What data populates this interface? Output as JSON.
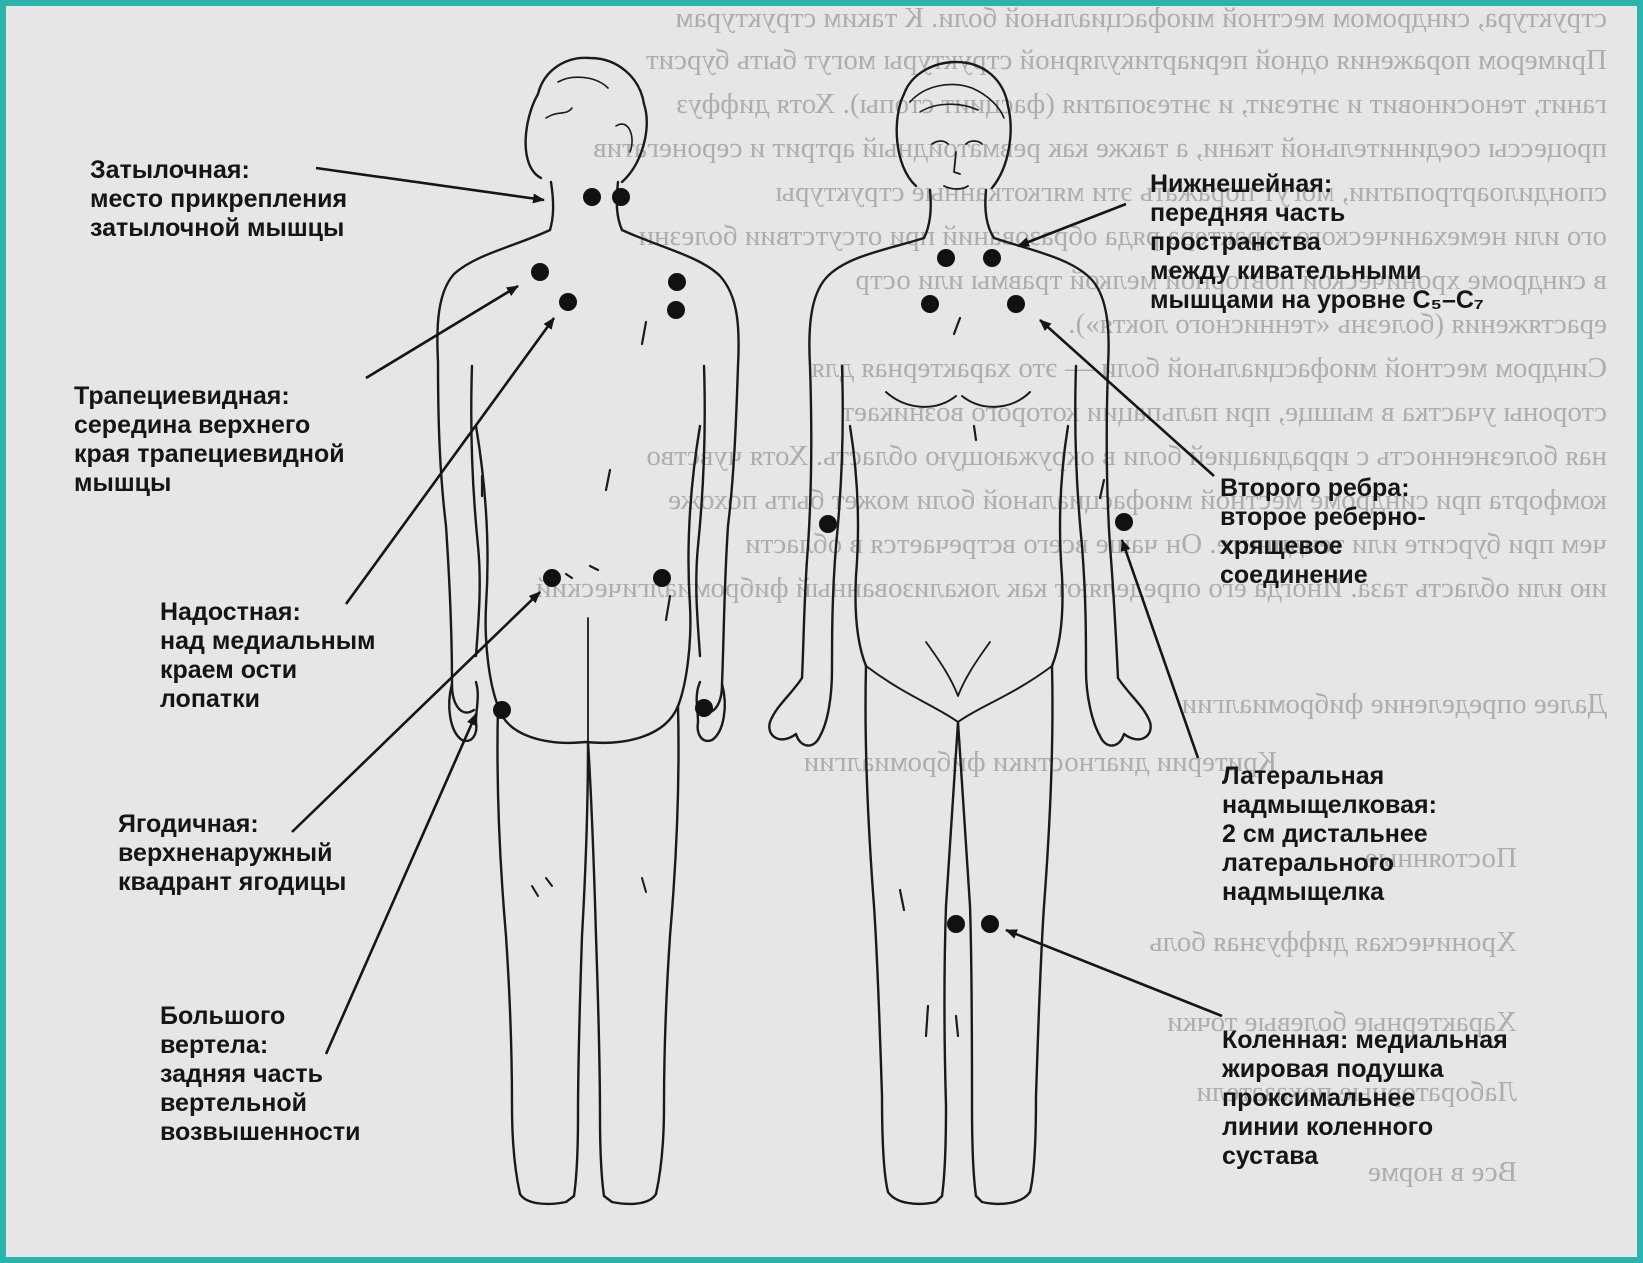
{
  "colors": {
    "border": "#2bb3ad",
    "paper": "#e6e6e6",
    "ink": "#151515",
    "bleed_through": "#9a9a9a"
  },
  "figures": {
    "back": "human-figure-back-view",
    "front": "human-figure-front-view"
  },
  "tender_points": {
    "count": 18
  },
  "labels": [
    {
      "id": "occipital",
      "lines": [
        "Затылочная:",
        "место прикрепления",
        "затылочной мышцы"
      ]
    },
    {
      "id": "trapezius",
      "lines": [
        "Трапециевидная:",
        "середина верхнего",
        "края трапециевидной",
        "мышцы"
      ]
    },
    {
      "id": "supraspinatus",
      "lines": [
        "Надостная:",
        "над медиальным",
        "краем ости",
        "лопатки"
      ]
    },
    {
      "id": "gluteal",
      "lines": [
        "Ягодичная:",
        "верхненаружный",
        "квадрант ягодицы"
      ]
    },
    {
      "id": "trochanter",
      "lines": [
        "Большого",
        "вертела:",
        "задняя часть",
        "вертельной",
        "возвышенности"
      ]
    },
    {
      "id": "cervical",
      "lines": [
        "Нижнешейная:",
        "передняя часть",
        "пространства",
        "между киватель­ными",
        "мышцами на уровне C₅–C₇"
      ]
    },
    {
      "id": "second-rib",
      "lines": [
        "Второго ребра:",
        "второе реберно-",
        "хрящевое",
        "соединение"
      ]
    },
    {
      "id": "epicondyle",
      "lines": [
        "Латеральная",
        "надмыщелковая:",
        "2 см  дистальнее",
        "латерального",
        "надмыщелка"
      ]
    },
    {
      "id": "knee",
      "lines": [
        "Коленная: медиальная",
        "жировая подушка",
        "проксимальнее",
        "линии коленного",
        "сустава"
      ]
    }
  ],
  "bleed_through_text": [
    "структура, синдромом местной миофасциальной боли. К таким структурам",
    "Примером поражения одной периартикулярной структуры могут быть бурсит",
    "ганит, теносиновит и энтезит, и энтезопатия (фасциит стопы). Хотя диффуз",
    "процессы соединительной ткани, а также как ревматоидный артрит и серонегатив",
    "спондилоартропатии, могут поражать эти мягкотканные структуры",
    "ого или немеханического характера ряда образований при отсутствии болезни",
    "в синдроме хронической повторной мелкой травмы или остр",
    "ерастяжения (болезнь «теннисного локтя»).",
    "Синдром местной миофасциальной боли — это характерная для",
    "стороны участка в мышце, при пальпации которого возникает",
    "ная болезненность с иррадиацией боли в окружающую область. Хотя чувство",
    "комфорта при синдроме местной миофасциальной боли может быть похоже",
    "чем при бурсите или тендините. Он чаще всего встречается в области",
    "ию или область таза. Иногда его определяют как локализованный фибромиалгический",
    "Далее определение фибромиалгии",
    "Критерии диагностики фибромиалгии",
    "Постоянные",
    "Хроническая диффузная боль",
    "Характерные болевые точки",
    "Лабораторные показатели",
    "Все в норме"
  ]
}
